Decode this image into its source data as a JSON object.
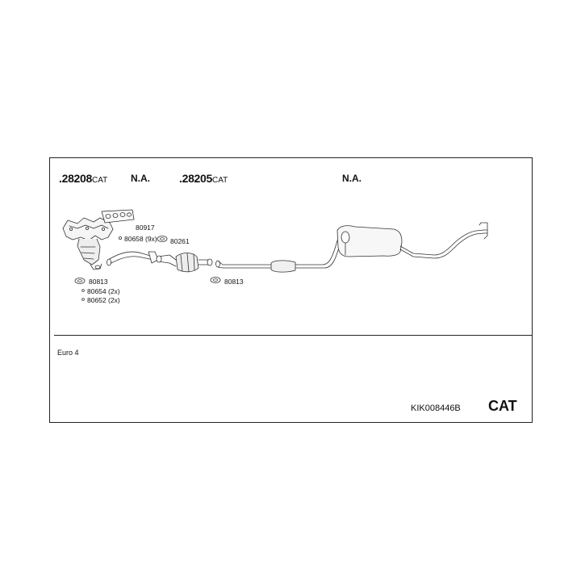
{
  "header": {
    "part_a_number": ".28208",
    "part_a_suffix": "CAT",
    "part_a_na": "N.A.",
    "part_b_number": ".28205",
    "part_b_suffix": "CAT",
    "part_b_na": "N.A."
  },
  "labels": {
    "l80917": "80917",
    "l80658": "80658 (9x)",
    "l80261": "80261",
    "l80813_right": "80813",
    "l80813_left": "80813",
    "l80654": "80654 (2x)",
    "l80652": "80652 (2x)"
  },
  "footer": {
    "norm": "Euro 4",
    "kit_code": "KIK008446B",
    "category": "CAT"
  }
}
